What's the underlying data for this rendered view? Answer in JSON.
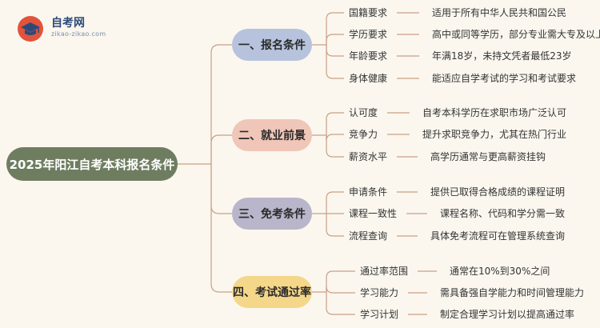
{
  "logo": {
    "name": "自考网",
    "url": "zikao-zikao.com",
    "icon": "graduation-cap-icon"
  },
  "root": {
    "label": "2025年阳江自考本科报名条件",
    "color": "#6e7d5f"
  },
  "colors": {
    "line": "#c9a084",
    "cat_blue": "#b7c3dc",
    "cat_pink": "#f0c6b8",
    "cat_gray": "#b9b5ca",
    "cat_yellow": "#f5d78a"
  },
  "categories": [
    {
      "label": "一、报名条件",
      "items": [
        {
          "key": "国籍要求",
          "value": "适用于所有中华人民共和国公民"
        },
        {
          "key": "学历要求",
          "value": "高中或同等学历，部分专业需大专及以上"
        },
        {
          "key": "年龄要求",
          "value": "年满18岁，未持文凭者最低23岁"
        },
        {
          "key": "身体健康",
          "value": "能适应自学考试的学习和考试要求"
        }
      ]
    },
    {
      "label": "二、就业前景",
      "items": [
        {
          "key": "认可度",
          "value": "自考本科学历在求职市场广泛认可"
        },
        {
          "key": "竞争力",
          "value": "提升求职竞争力，尤其在热门行业"
        },
        {
          "key": "薪资水平",
          "value": "高学历通常与更高薪资挂钩"
        }
      ]
    },
    {
      "label": "三、免考条件",
      "items": [
        {
          "key": "申请条件",
          "value": "提供已取得合格成绩的课程证明"
        },
        {
          "key": "课程一致性",
          "value": "课程名称、代码和学分需一致"
        },
        {
          "key": "流程查询",
          "value": "具体免考流程可在管理系统查询"
        }
      ]
    },
    {
      "label": "四、考试通过率",
      "items": [
        {
          "key": "通过率范围",
          "value": "通常在10%到30%之间"
        },
        {
          "key": "学习能力",
          "value": "需具备强自学能力和时间管理能力"
        },
        {
          "key": "学习计划",
          "value": "制定合理学习计划以提高通过率"
        }
      ]
    }
  ]
}
